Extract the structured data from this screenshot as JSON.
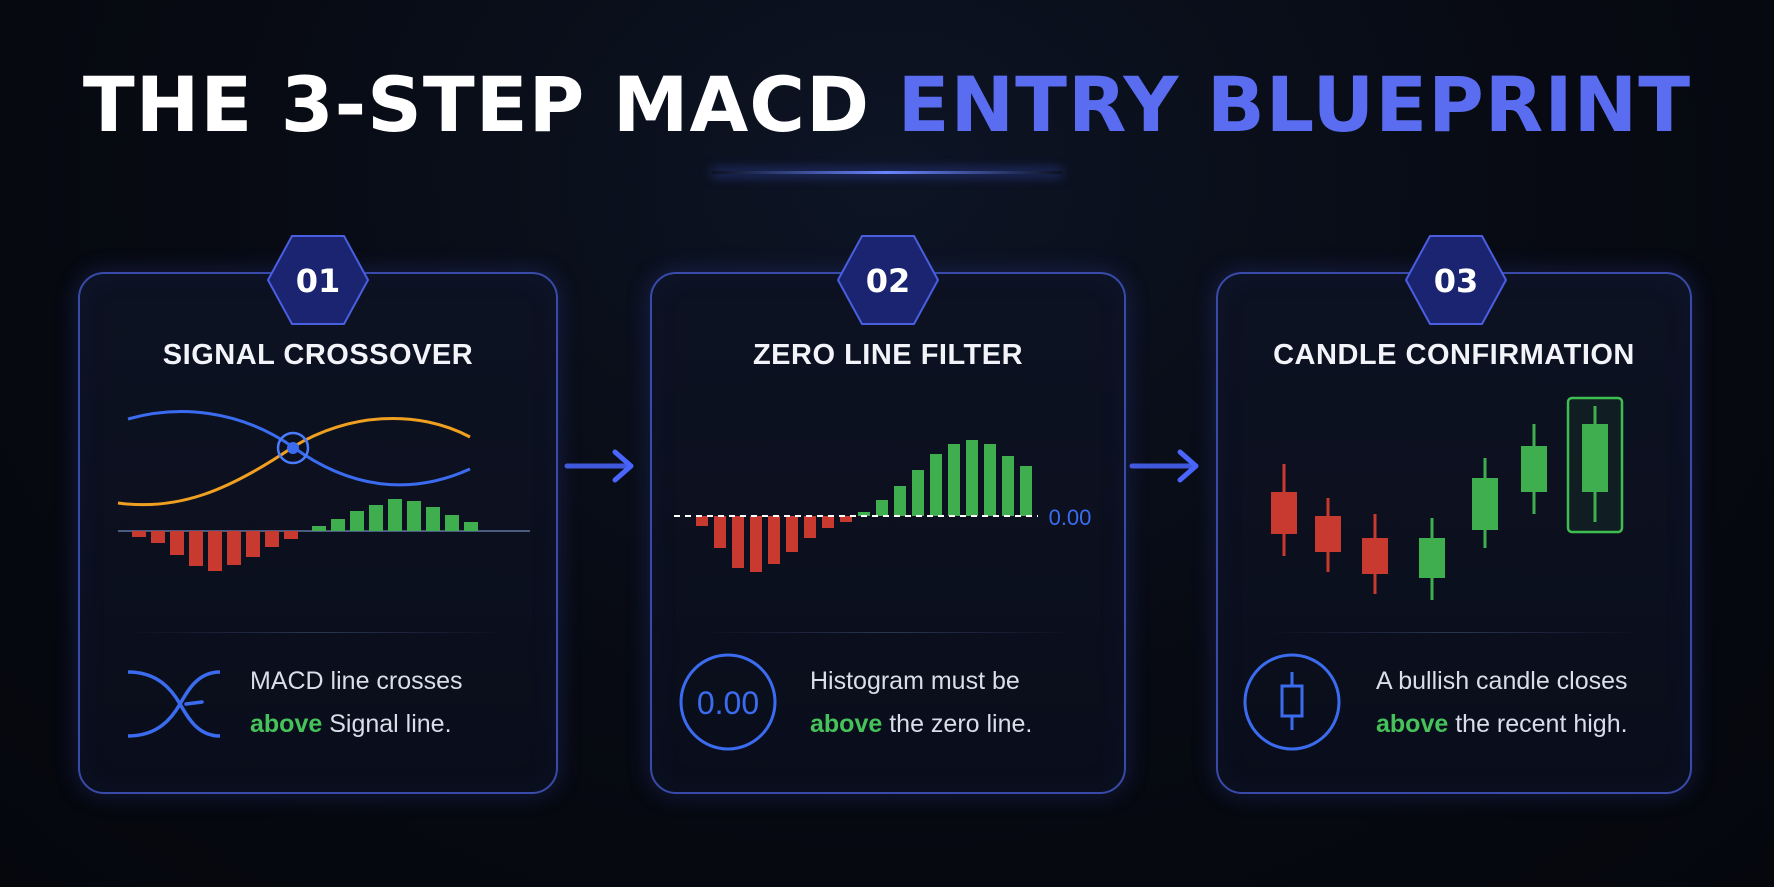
{
  "title": {
    "part1": "THE 3-STEP MACD",
    "part2": "ENTRY BLUEPRINT"
  },
  "colors": {
    "accent": "#5a6cf0",
    "bullish": "#46c25a",
    "bearish": "#d9403c",
    "macd_line": "#3b6cf0",
    "signal_line": "#f0a020"
  },
  "steps": [
    {
      "number": "01",
      "title": "SIGNAL CROSSOVER",
      "icon": "crossover-icon",
      "desc_line1": "MACD line crosses",
      "desc_highlight": "above",
      "desc_rest": "Signal line."
    },
    {
      "number": "02",
      "title": "ZERO LINE FILTER",
      "icon": "zero-circle-icon",
      "icon_text": "0.00",
      "zero_label": "0.00",
      "desc_line1": "Histogram must be",
      "desc_highlight": "above",
      "desc_rest": "the zero line."
    },
    {
      "number": "03",
      "title": "CANDLE CONFIRMATION",
      "icon": "candle-icon",
      "desc_line1": "A bullish candle closes",
      "desc_highlight": "above",
      "desc_rest": "the recent high."
    }
  ]
}
